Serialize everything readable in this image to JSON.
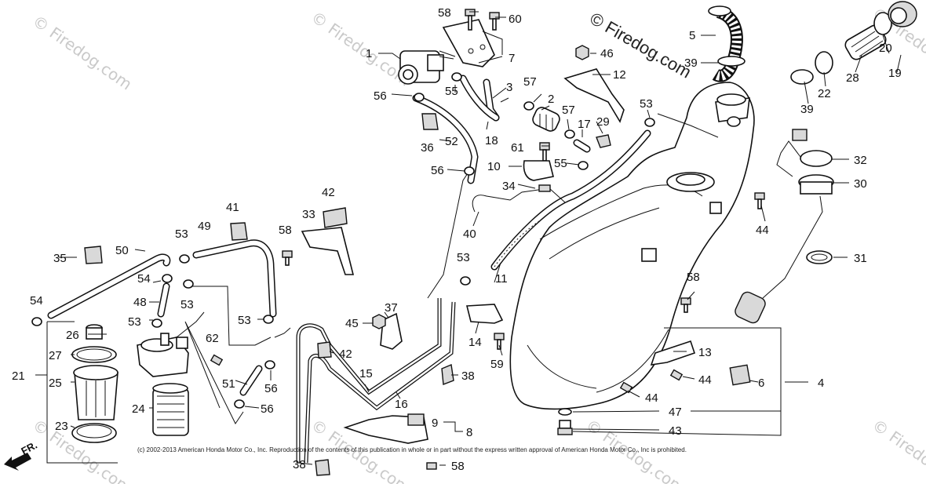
{
  "watermark": {
    "brand": "© Firedog.com",
    "tile": "© Firedog.com"
  },
  "copyright": "(c) 2002-2013 American Honda Motor Co., Inc. Reproduction of the contents of this publication in whole or in part without the express written approval of American Honda Motor Co., Inc is prohibited.",
  "direction_marker": "FR.",
  "callouts": [
    "1",
    "2",
    "3",
    "4",
    "5",
    "6",
    "7",
    "8",
    "9",
    "10",
    "11",
    "12",
    "13",
    "14",
    "15",
    "16",
    "17",
    "18",
    "19",
    "20",
    "21",
    "22",
    "23",
    "24",
    "25",
    "26",
    "27",
    "28",
    "29",
    "30",
    "31",
    "32",
    "33",
    "34",
    "35",
    "36",
    "37",
    "38",
    "39",
    "40",
    "41",
    "42",
    "43",
    "44",
    "45",
    "46",
    "47",
    "48",
    "49",
    "50",
    "51",
    "52",
    "53",
    "54",
    "55",
    "56",
    "57",
    "58",
    "59",
    "60",
    "61",
    "62"
  ],
  "labels": {
    "l58a": "58",
    "l60": "60",
    "l1": "1",
    "l7": "7",
    "l46": "46",
    "l5": "5",
    "l39a": "39",
    "l55a": "55",
    "l3": "3",
    "l57a": "57",
    "l12": "12",
    "l56a": "56",
    "l2": "2",
    "l57b": "57",
    "l53a": "53",
    "l29": "29",
    "l17": "17",
    "l18": "18",
    "l36": "36",
    "l52": "52",
    "l61": "61",
    "l10": "10",
    "l55b": "55",
    "l56b": "56",
    "l34": "34",
    "l32": "32",
    "l30": "30",
    "l44a": "44",
    "l42a": "42",
    "l41": "41",
    "l33": "33",
    "l49": "49",
    "l53b": "53",
    "l58b": "58",
    "l40": "40",
    "l35": "35",
    "l50": "50",
    "l53c": "53",
    "l11": "11",
    "l31": "31",
    "l54a": "54",
    "l58c": "58",
    "l48": "48",
    "l53d": "53",
    "l54b": "54",
    "l53e": "53",
    "l53f": "53",
    "l37": "37",
    "l45": "45",
    "l26": "26",
    "l62": "62",
    "l42b": "42",
    "l14": "14",
    "l13": "13",
    "l27": "27",
    "l21": "21",
    "l25": "25",
    "l15": "15",
    "l51": "51",
    "l56c": "56",
    "l59": "59",
    "l38a": "38",
    "l44b": "44",
    "l6": "6",
    "l4": "4",
    "l24": "24",
    "l56d": "56",
    "l16": "16",
    "l44c": "44",
    "l23": "23",
    "l9": "9",
    "l8": "8",
    "l47": "47",
    "l43": "43",
    "l38b": "38",
    "l58d": "58",
    "l19": "19",
    "l20": "20",
    "l28": "28",
    "l22": "22",
    "l39b": "39"
  }
}
